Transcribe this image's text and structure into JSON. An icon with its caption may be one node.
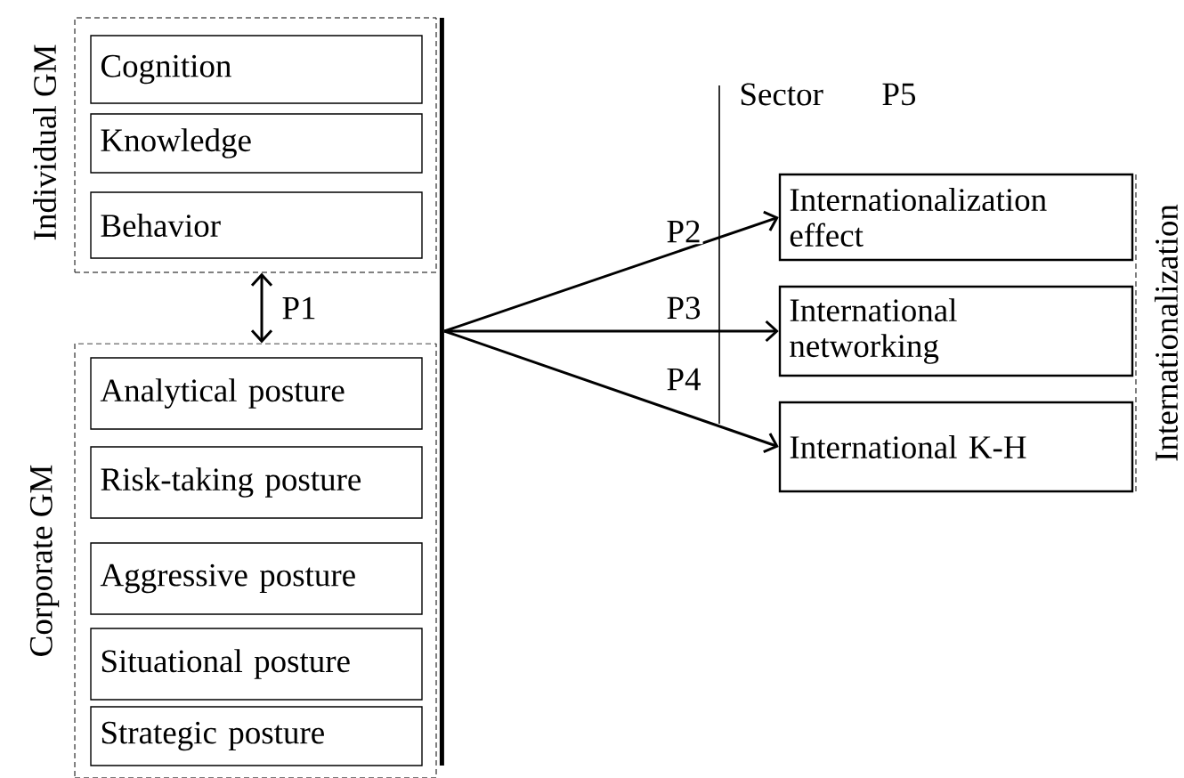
{
  "diagram": {
    "nodes": [
      {
        "text": [
          "Individual GM"
        ]
      },
      {
        "text": [
          "Cognition"
        ],
        "in": 0
      },
      {
        "text": [
          "Knowledge"
        ],
        "in": 0
      },
      {
        "text": [
          "Behavior"
        ],
        "in": 0
      },
      {
        "text": [
          "Corporate GM"
        ]
      },
      {
        "text": [
          "Analytical posture"
        ],
        "in": 4
      },
      {
        "text": [
          "Risk-taking posture"
        ],
        "in": 4
      },
      {
        "text": [
          "Aggressive posture"
        ],
        "in": 4
      },
      {
        "text": [
          "Situational posture"
        ],
        "in": 4
      },
      {
        "text": [
          "Strategic posture"
        ],
        "in": 4
      },
      {
        "text": [],
        "shape": "bar"
      },
      {
        "text": [
          "Internationalization"
        ]
      },
      {
        "text": [
          "Internationalization effect"
        ]
      },
      {
        "text": [
          "International networking"
        ]
      },
      {
        "text": [
          "International K-H"
        ]
      }
    ],
    "edges": [
      {
        "from": 0,
        "to": 4,
        "arrow": "both",
        "label": "P1"
      },
      {
        "from": 10,
        "to": 12,
        "arrow": "to",
        "label": "P2"
      },
      {
        "from": 10,
        "to": 13,
        "arrow": "to",
        "label": "P3"
      },
      {
        "from": 10,
        "to": 14,
        "arrow": "to",
        "label": "P4"
      }
    ],
    "labels": [
      "Sector",
      "P5"
    ]
  }
}
